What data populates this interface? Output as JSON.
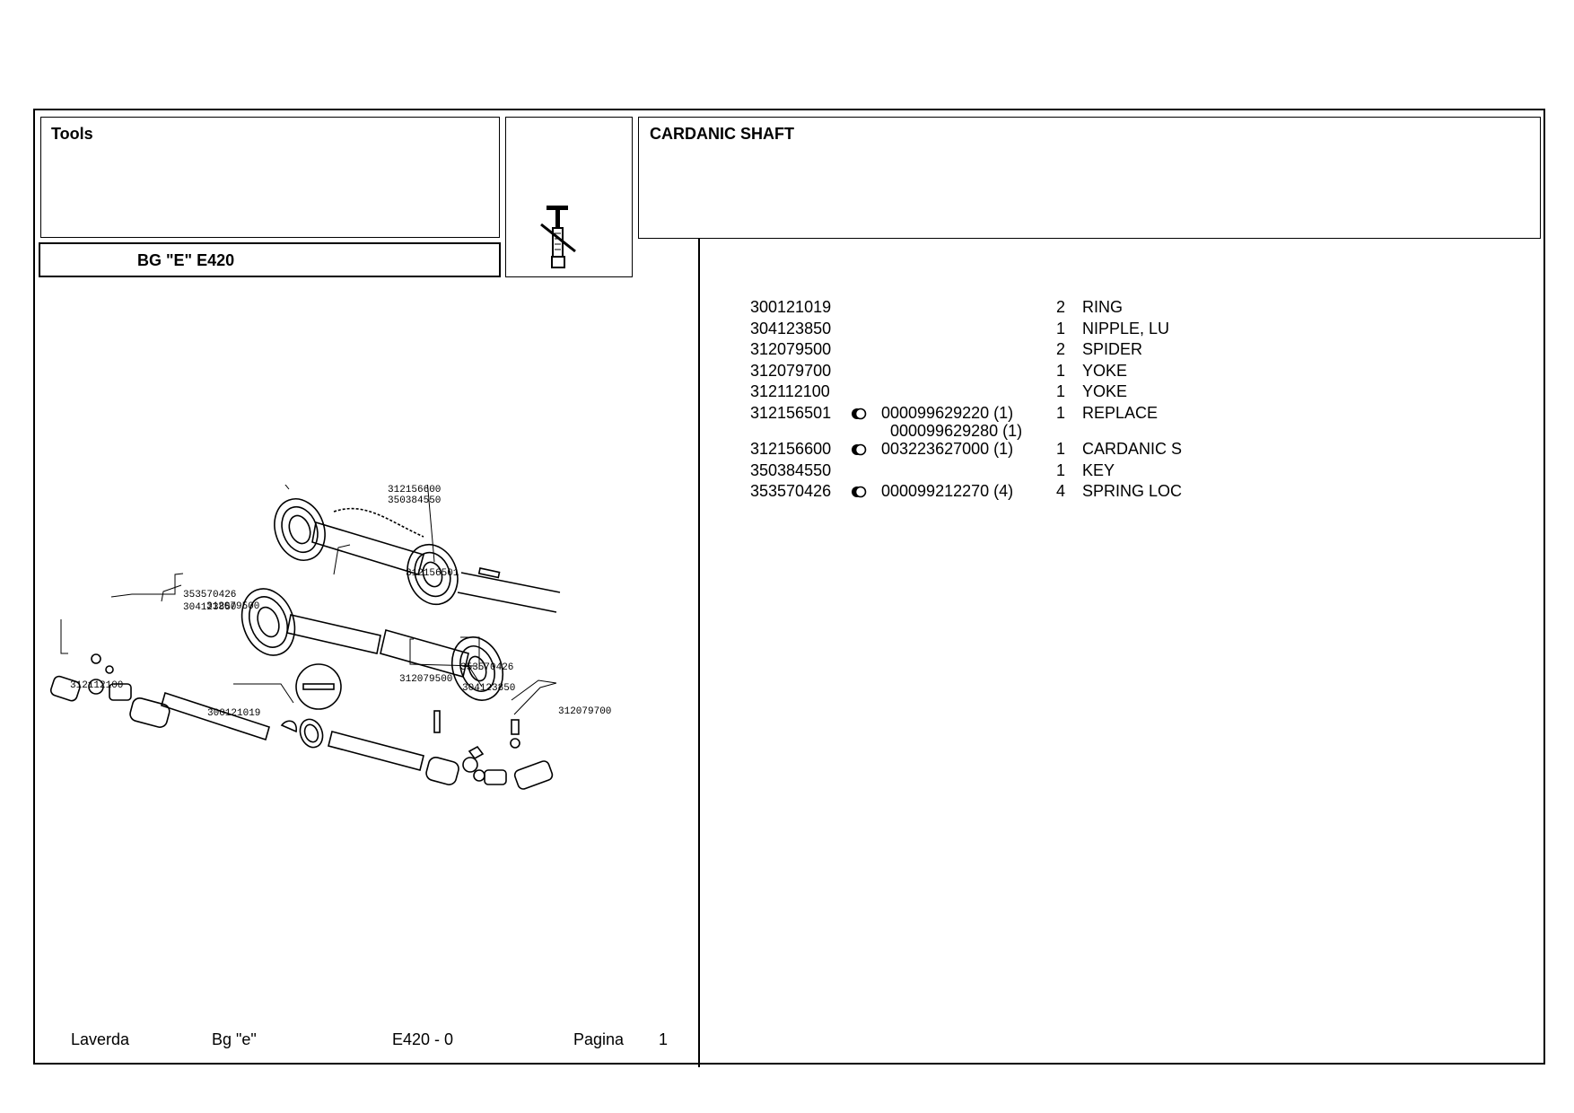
{
  "header": {
    "section_title": "Tools",
    "model_label": "BG \"E\" E420",
    "group_title": "CARDANIC SHAFT",
    "icon": "tool-icon"
  },
  "parts": [
    {
      "code": "300121019",
      "qty": "2",
      "desc": "RING"
    },
    {
      "code": "304123850",
      "qty": "1",
      "desc": "NIPPLE, LU"
    },
    {
      "code": "312079500",
      "qty": "2",
      "desc": "SPIDER"
    },
    {
      "code": "312079700",
      "qty": "1",
      "desc": "YOKE"
    },
    {
      "code": "312112100",
      "qty": "1",
      "desc": "YOKE"
    },
    {
      "code": "312156501",
      "alt": "000099629220  (1)",
      "alt2": "000099629280  (1)",
      "qty": "1",
      "desc": "REPLACE"
    },
    {
      "code": "312156600",
      "alt": "003223627000  (1)",
      "qty": "1",
      "desc": "CARDANIC S"
    },
    {
      "code": "350384550",
      "qty": "1",
      "desc": "KEY"
    },
    {
      "code": "353570426",
      "alt": "000099212270  (4)",
      "qty": "4",
      "desc": "SPRING LOC"
    }
  ],
  "diagram_labels": {
    "l1": "312156600",
    "l2": "350384550",
    "l3": "312156501",
    "l4": "353570426",
    "l5": "312079500",
    "l6": "304123850",
    "l7": "312112100",
    "l8": "312079500",
    "l9": "353570426",
    "l10": "304123850",
    "l11": "300121019",
    "l12": "312079700"
  },
  "footer": {
    "brand": "Laverda",
    "model": "Bg \"e\"",
    "ref": "E420 - 0",
    "page_label": "Pagina",
    "page_number": "1"
  }
}
